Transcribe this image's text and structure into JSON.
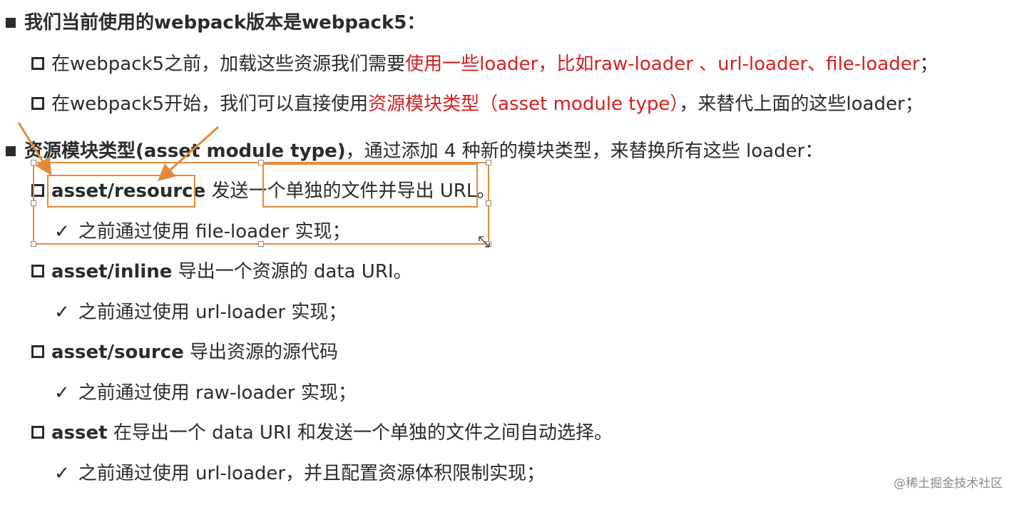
{
  "lines": [
    {
      "parts": [
        "我们当前使用的webpack版本是webpack5："
      ]
    },
    {
      "parts": [
        "在webpack5之前，加载这些资源我们需要",
        "使用一些loader，比如raw-loader 、url-loader、file-loader",
        "；"
      ]
    },
    {
      "parts": [
        "在webpack5开始，我们可以直接使用",
        "资源模块类型（asset module type）",
        "，来替代上面的这些loader；"
      ]
    },
    {
      "parts": [
        "资源模块类型(asset module type)",
        "，通过添加 4 种新的模块类型，来替换所有这些 loader："
      ]
    },
    {
      "parts": [
        "asset/resource",
        " 发送一个单独的文件并导出 URL。"
      ]
    },
    {
      "parts": [
        "✓",
        "之前通过使用 file-loader 实现；"
      ]
    },
    {
      "parts": [
        "asset/inline",
        " 导出一个资源的 data URI。"
      ]
    },
    {
      "parts": [
        "✓",
        "之前通过使用 url-loader 实现；"
      ]
    },
    {
      "parts": [
        "asset/source",
        " 导出资源的源代码"
      ]
    },
    {
      "parts": [
        "✓",
        "之前通过使用 raw-loader 实现；"
      ]
    },
    {
      "parts": [
        "asset",
        " 在导出一个 data URI 和发送一个单独的文件之间自动选择。"
      ]
    },
    {
      "parts": [
        "✓",
        "之前通过使用 url-loader，并且配置资源体积限制实现；"
      ]
    }
  ],
  "watermark": "@稀土掘金技术社区",
  "colors": {
    "text": "#2b2b2b",
    "highlight": "#d71f1f",
    "annotation": "#e58a3a",
    "watermark": "#8a8a8a"
  }
}
